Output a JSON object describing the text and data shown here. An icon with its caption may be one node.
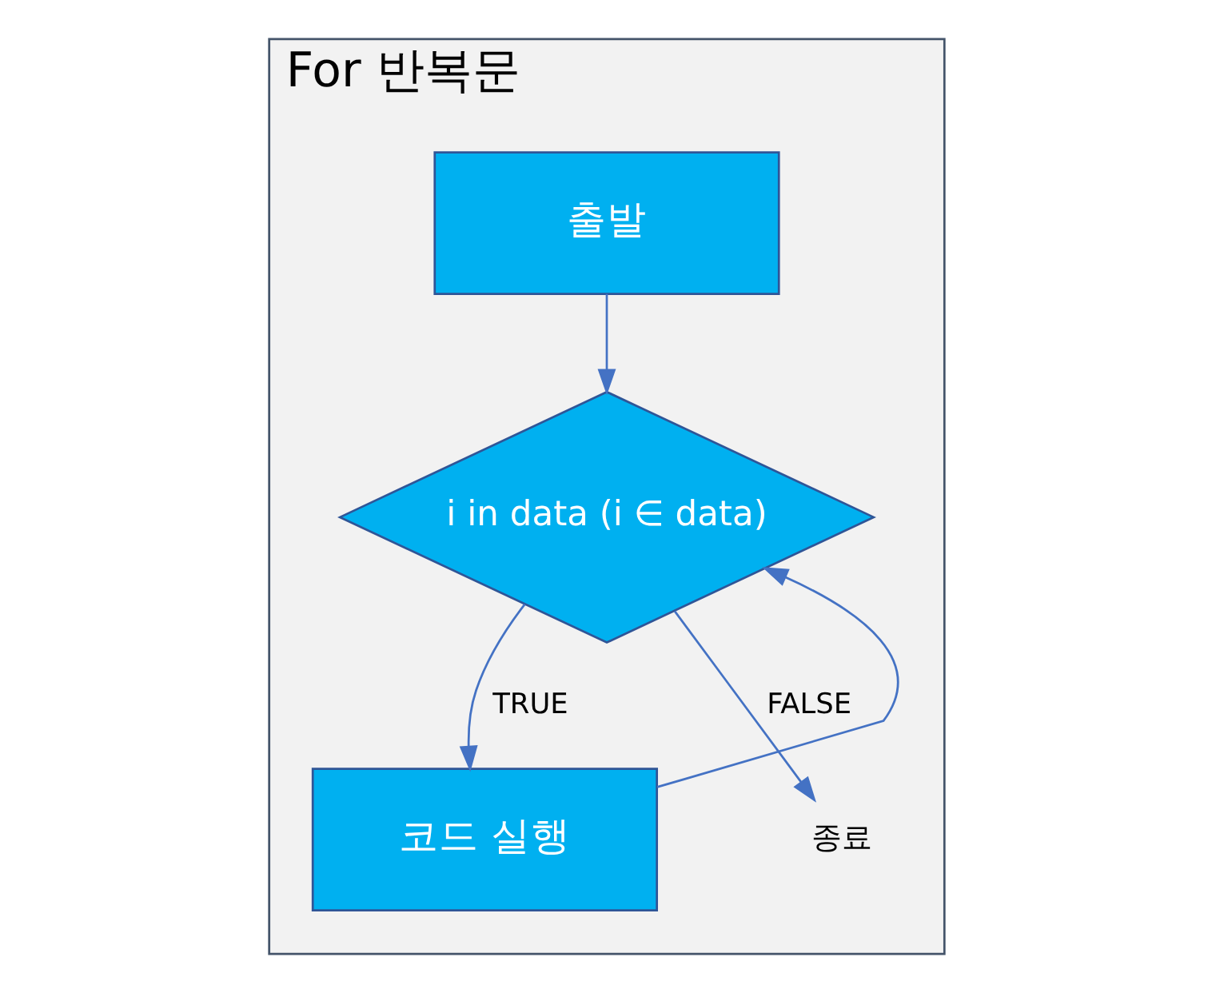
{
  "diagram": {
    "nodes": [
      {
        "text": [
          "For 반복문"
        ]
      },
      {
        "text": [
          "출발"
        ],
        "in": 0
      },
      {
        "text": [
          "i in data (i ∈ data)"
        ],
        "in": 0
      },
      {
        "text": [
          "코드 실행"
        ],
        "in": 0
      },
      {
        "text": [
          "종료"
        ],
        "in": 0
      }
    ],
    "edges": [
      {
        "from": 1,
        "to": 2,
        "arrow": "to"
      },
      {
        "from": 2,
        "to": 3,
        "arrow": "to",
        "label": "TRUE"
      },
      {
        "from": 2,
        "to": 4,
        "arrow": "to",
        "label": "FALSE"
      },
      {
        "from": 3,
        "to": 2,
        "arrow": "to"
      }
    ]
  }
}
